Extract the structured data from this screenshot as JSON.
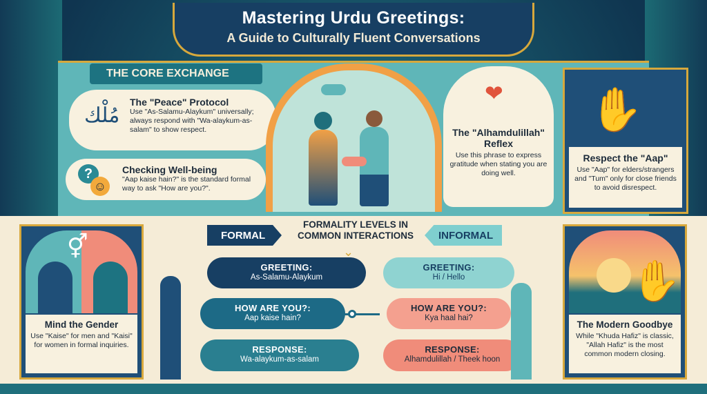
{
  "title": {
    "line1": "Mastering Urdu Greetings:",
    "line2": "A Guide to Culturally Fluent Conversations"
  },
  "core_exchange": {
    "heading": "THE CORE EXCHANGE",
    "peace": {
      "title": "The \"Peace\" Protocol",
      "body": "Use \"As-Salamu-Alaykum\" universally; always respond with \"Wa-alaykum-as-salam\" to show respect.",
      "calligraphy": "مُلْك"
    },
    "wellbeing": {
      "title": "Checking Well-being",
      "body": "\"Aap kaise hain?\" is the standard formal way to ask \"How are you?\"."
    },
    "alhamdulillah": {
      "title": "The \"Alhamdulillah\" Reflex",
      "body": "Use this phrase to express gratitude when stating you are doing well."
    },
    "aap": {
      "title": "Respect the \"Aap\"",
      "body": "Use \"Aap\" for elders/strangers and \"Tum\" only for close friends to avoid disrespect."
    }
  },
  "formality": {
    "title": "FORMALITY LEVELS IN COMMON INTERACTIONS",
    "formal_label": "FORMAL",
    "informal_label": "INFORMAL",
    "formal": [
      {
        "label": "GREETING:",
        "value": "As-Salamu-Alaykum"
      },
      {
        "label": "HOW ARE YOU?:",
        "value": "Aap kaise hain?"
      },
      {
        "label": "RESPONSE:",
        "value": "Wa-alaykum-as-salam"
      }
    ],
    "informal": [
      {
        "label": "GREETING:",
        "value": "Hi / Hello"
      },
      {
        "label": "HOW ARE YOU?:",
        "value": "Kya haal hai?"
      },
      {
        "label": "RESPONSE:",
        "value": "Alhamdulillah / Theek hoon"
      }
    ]
  },
  "gender": {
    "title": "Mind the Gender",
    "body": "Use \"Kaise\" for men and \"Kaisi\" for women in formal inquiries."
  },
  "goodbye": {
    "title": "The Modern Goodbye",
    "body": "While \"Khuda Hafiz\" is classic, \"Allah Hafiz\" is the most common modern closing."
  },
  "colors": {
    "navy": "#173f63",
    "teal": "#5fb6b8",
    "coral": "#f08c7a",
    "gold": "#d7a83c",
    "cream": "#f8f1df"
  }
}
